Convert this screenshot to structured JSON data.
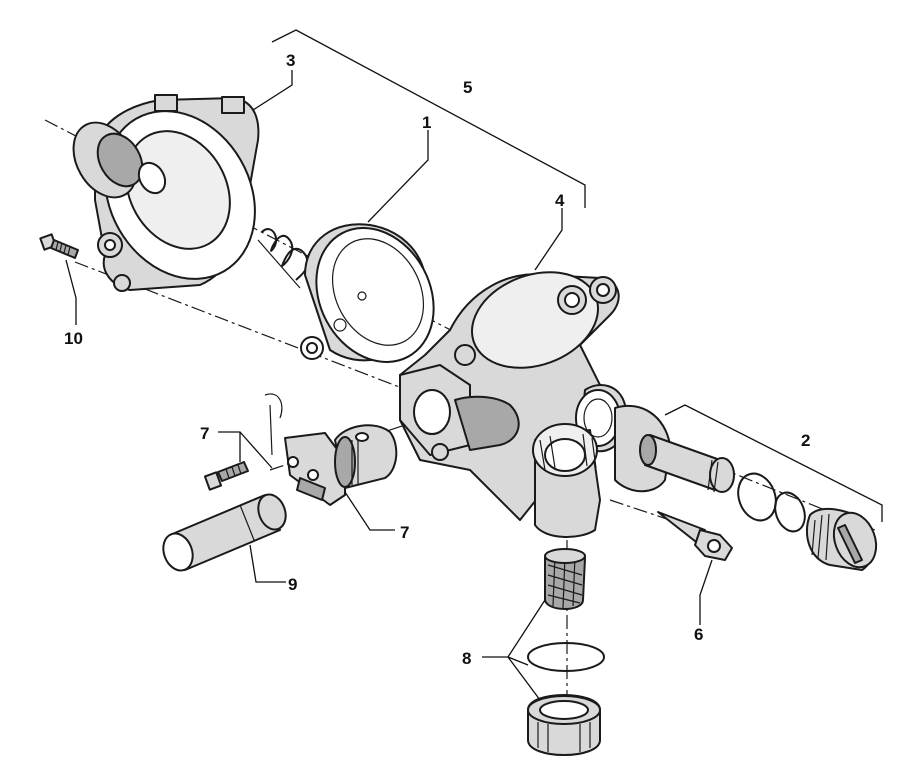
{
  "labels": {
    "l1": "1",
    "l2": "2",
    "l3": "3",
    "l4": "4",
    "l5": "5",
    "l6": "6",
    "l7a": "7",
    "l7b": "7",
    "l8": "8",
    "l9": "9",
    "l10": "10"
  },
  "colors": {
    "part_fill": "#d9d9d9",
    "part_dark": "#a8a8a8",
    "part_light": "#efefef",
    "line": "#1a1a1a"
  }
}
